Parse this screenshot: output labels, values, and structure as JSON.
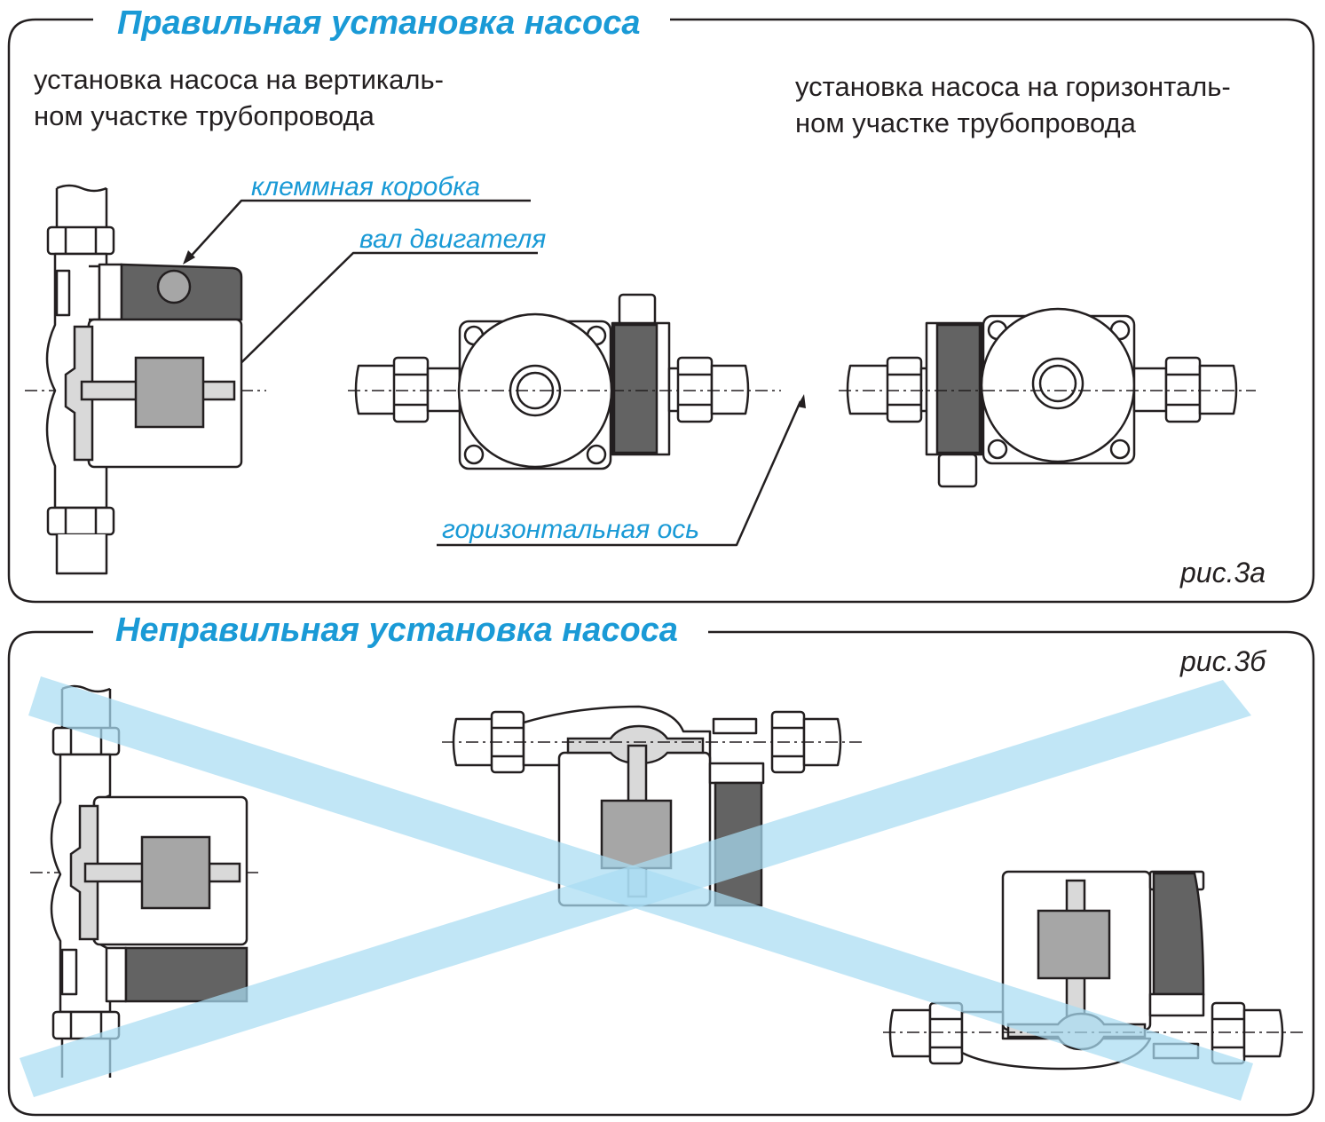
{
  "panel_correct": {
    "title": "Правильная установка насоса",
    "vertical_text_line1": "установка насоса на вертикаль-",
    "vertical_text_line2": "ном участке трубопровода",
    "horizontal_text_line1": "установка насоса на горизонталь-",
    "horizontal_text_line2": "ном участке трубопровода",
    "callout_terminal_box": "клеммная коробка",
    "callout_motor_shaft": "вал двигателя",
    "callout_horizontal_axis": "горизонтальная ось",
    "figure_label": "рис.3а"
  },
  "panel_incorrect": {
    "title": "Неправильная установка насоса",
    "figure_label": "рис.3б"
  },
  "colors": {
    "accent_blue": "#1a9ad6",
    "cross_blue": "#a9dcf3",
    "terminal_box_gray": "#636363",
    "motor_rotor_gray": "#a6a6a6",
    "line_black": "#231f20"
  }
}
